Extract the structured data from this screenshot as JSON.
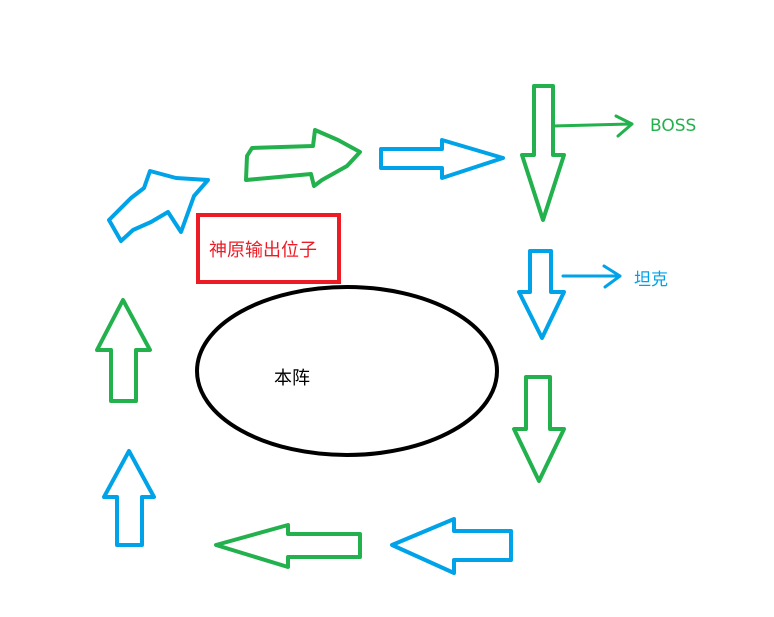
{
  "colors": {
    "green": "#22b14c",
    "blue": "#00a2e8",
    "red": "#ed1c24",
    "black": "#000000"
  },
  "labels": {
    "boss": "BOSS",
    "tank": "坦克",
    "base": "本阵",
    "healer_position": "神原输出位子"
  }
}
